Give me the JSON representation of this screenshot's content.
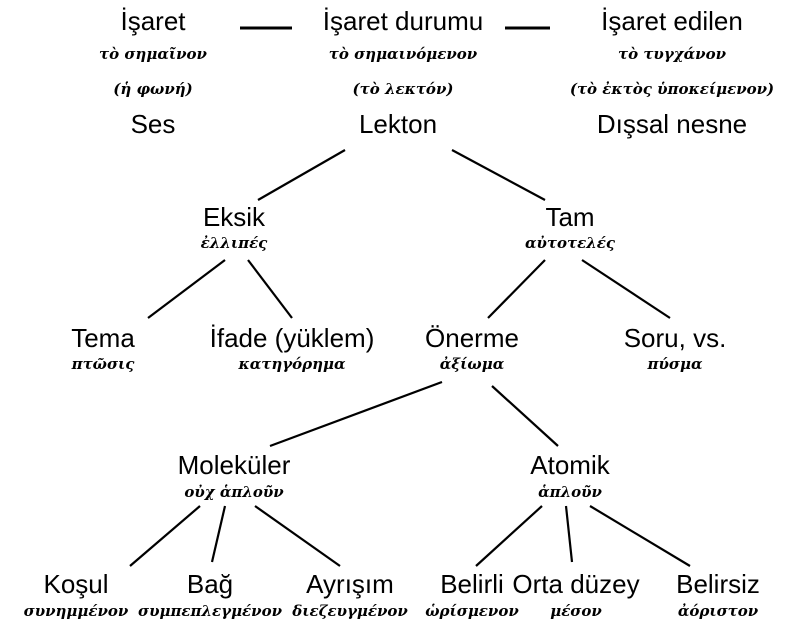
{
  "top": {
    "sign": {
      "tr": "İşaret",
      "gr": "τὸ σημαῖνον",
      "gr2": "(ἡ φωνή)",
      "tr2": "Ses"
    },
    "signified": {
      "tr": "İşaret durumu",
      "gr": "τὸ σημαινόμενον",
      "gr2": "(τὸ λεκτόν)",
      "tr2": "Lekton"
    },
    "referent": {
      "tr": "İşaret edilen",
      "gr": "τὸ τυγχάνον",
      "gr2": "(τὸ ἐκτὸς ὑποκείμενον)",
      "tr2": "Dışsal nesne"
    }
  },
  "level2": {
    "incomplete": {
      "tr": "Eksik",
      "gr": "ἐλλιπές"
    },
    "complete": {
      "tr": "Tam",
      "gr": "αὐτοτελές"
    }
  },
  "level3": {
    "subject": {
      "tr": "Tema",
      "gr": "πτῶσις"
    },
    "predicate": {
      "tr": "İfade (yüklem)",
      "gr": "κατηγόρημα"
    },
    "proposition": {
      "tr": "Önerme",
      "gr": "ἀξίωμα"
    },
    "question": {
      "tr": "Soru, vs.",
      "gr": "πύσμα"
    }
  },
  "level4": {
    "molecular": {
      "tr": "Moleküler",
      "gr": "οὐχ ἁπλοῦν"
    },
    "atomic": {
      "tr": "Atomik",
      "gr": "ἁπλοῦν"
    }
  },
  "level5": [
    {
      "tr": "Koşul",
      "gr": "συνημμένον"
    },
    {
      "tr": "Bağ",
      "gr": "συμπεπλεγμένον"
    },
    {
      "tr": "Ayrışım",
      "gr": "διεζευγμένον"
    },
    {
      "tr": "Belirli",
      "gr": "ὡρίσμενον"
    },
    {
      "tr": "Orta düzey",
      "gr": "μέσον"
    },
    {
      "tr": "Belirsiz",
      "gr": "ἀόριστον"
    }
  ]
}
